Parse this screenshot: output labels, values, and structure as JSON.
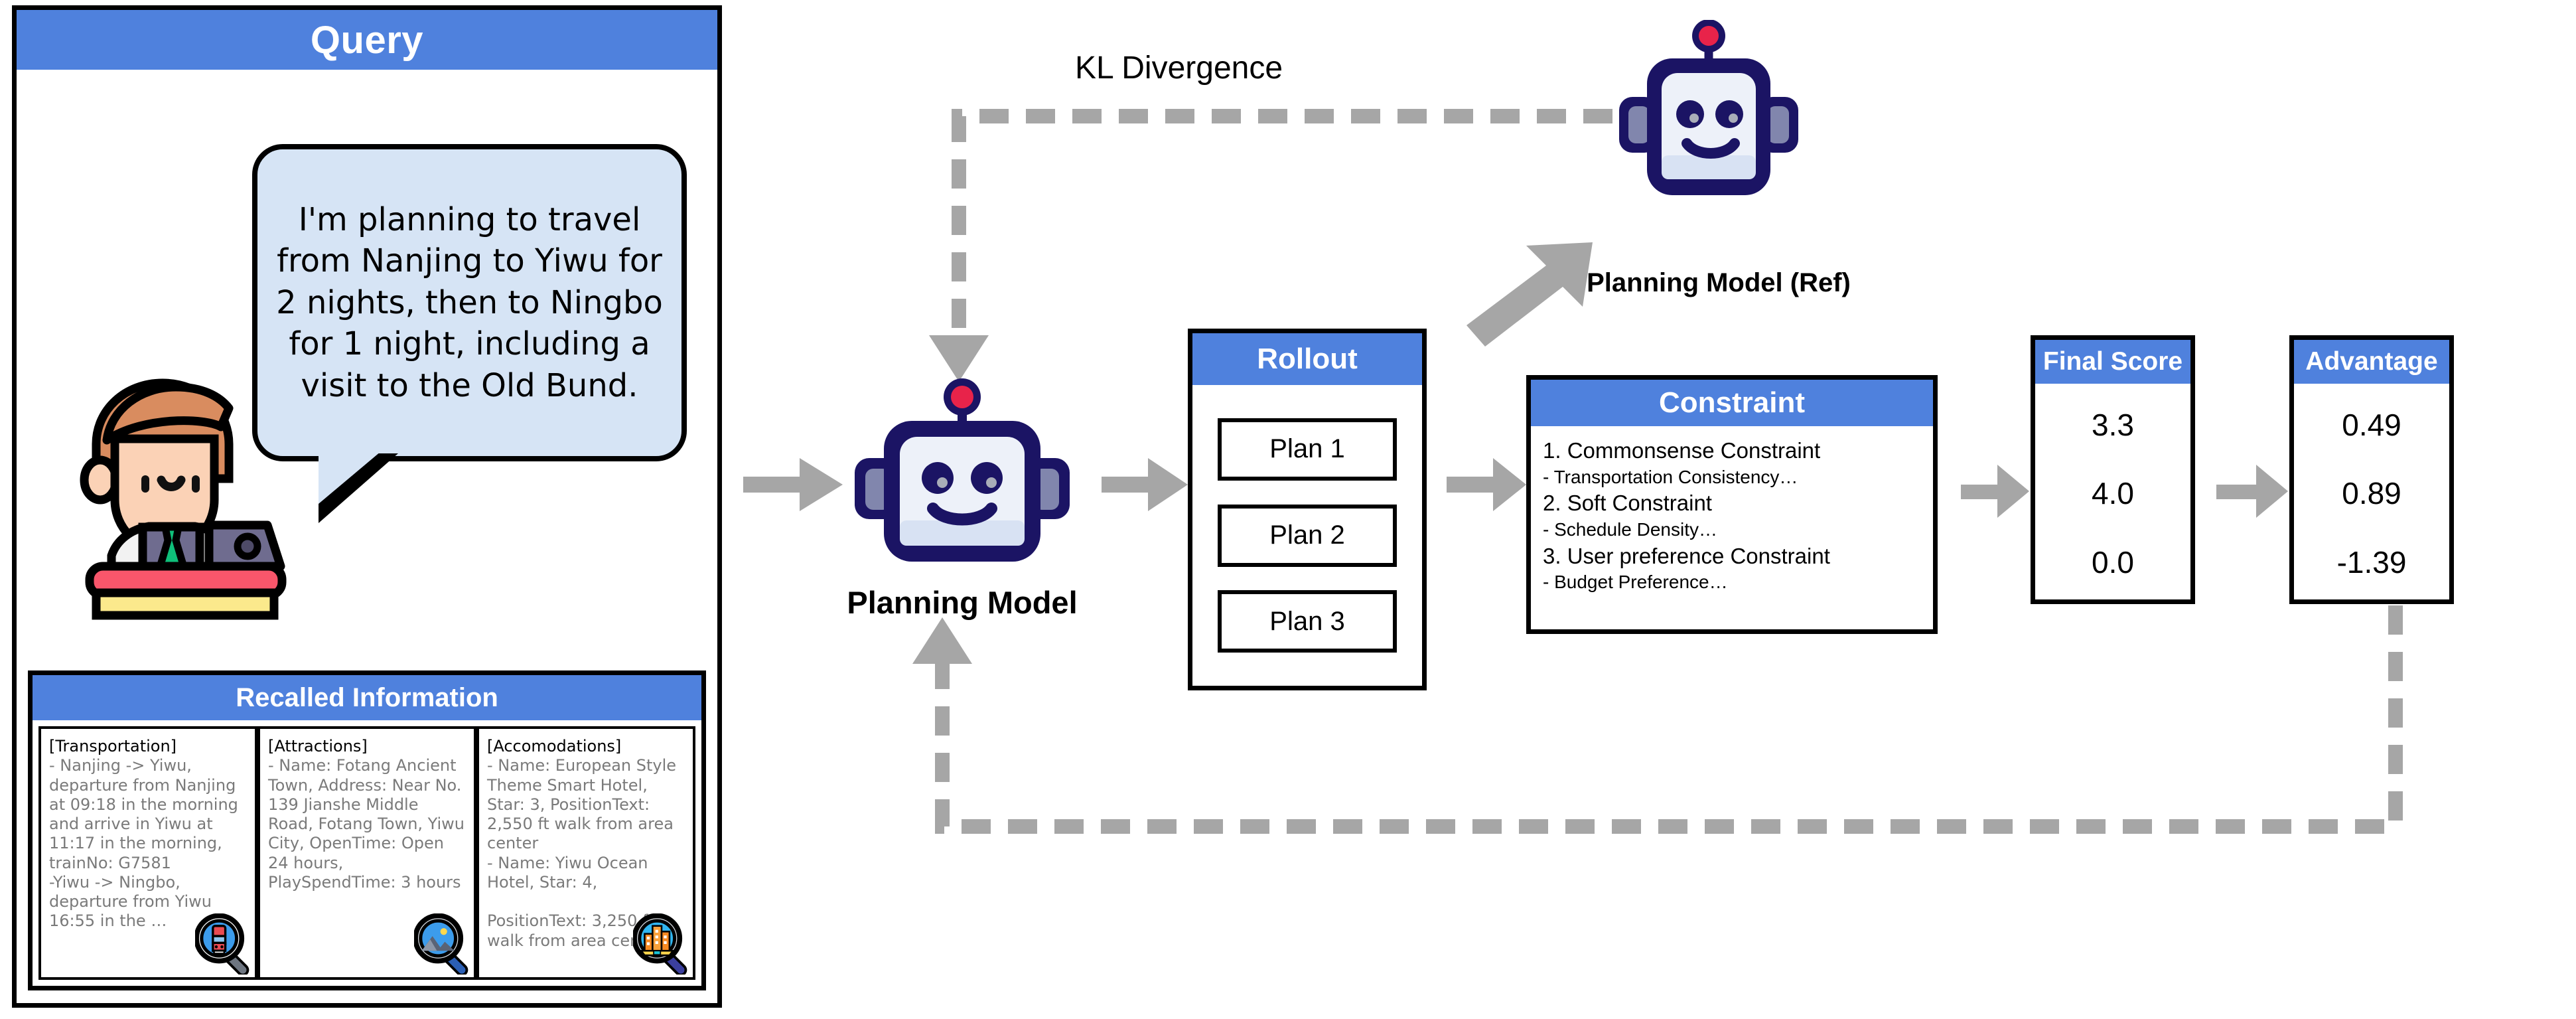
{
  "query": {
    "header": "Query",
    "speech_text": "I'm planning to travel from Nanjing to Yiwu for 2 nights, then to Ningbo for 1 night, including a visit to the Old Bund.",
    "person_icon": "person-at-laptop-icon"
  },
  "recalled": {
    "header": "Recalled Information",
    "columns": [
      {
        "title": "[Transportation]",
        "body": "- Nanjing -> Yiwu, departure from Nanjing at 09:18 in the morning and arrive in Yiwu at 11:17 in the morning, trainNo: G7581\n-Yiwu -> Ningbo, departure from Yiwu 16:55 in the …",
        "icon": "train-magnifier-icon"
      },
      {
        "title": "[Attractions]",
        "body": "- Name: Fotang Ancient Town, Address: Near No. 139 Jianshe Middle Road, Fotang Town, Yiwu City, OpenTime: Open 24 hours, PlaySpendTime: 3 hours",
        "icon": "landscape-magnifier-icon"
      },
      {
        "title": "[Accomodations]",
        "body": "- Name: European Style Theme Smart Hotel, Star: 3, PositionText: 2,550 ft walk from area center\n- Name: Yiwu Ocean Hotel, Star: 4,\n\nPositionText: 3,250 ft walk from area center",
        "icon": "buildings-magnifier-icon"
      }
    ]
  },
  "models": {
    "planning_label": "Planning Model",
    "ref_label": "Planning Model (Ref)",
    "kl_label": "KL Divergence",
    "planning_icon": "robot-icon",
    "ref_icon": "robot-icon"
  },
  "rollout": {
    "header": "Rollout",
    "plans": [
      "Plan 1",
      "Plan 2",
      "Plan 3"
    ]
  },
  "constraint": {
    "header": "Constraint",
    "lines": [
      {
        "text": "1. Commonsense Constraint",
        "level": "major"
      },
      {
        "text": "- Transportation  Consistency…",
        "level": "minor"
      },
      {
        "text": "2. Soft Constraint",
        "level": "major"
      },
      {
        "text": "- Schedule Density…",
        "level": "minor"
      },
      {
        "text": "3. User preference Constraint",
        "level": "major"
      },
      {
        "text": "- Budget Preference…",
        "level": "minor"
      }
    ]
  },
  "final_score": {
    "header": "Final Score",
    "values": [
      "3.3",
      "4.0",
      "0.0"
    ]
  },
  "advantage": {
    "header": "Advantage",
    "values": [
      "0.49",
      "0.89",
      "-1.39"
    ]
  },
  "colors": {
    "header_blue": "#4F81DD",
    "bubble_blue": "#d6e4f5",
    "arrow_gray": "#A6A6A6",
    "body_text_gray": "#7a7a7a",
    "robot_navy": "#1b1464",
    "robot_red": "#e8234a"
  }
}
